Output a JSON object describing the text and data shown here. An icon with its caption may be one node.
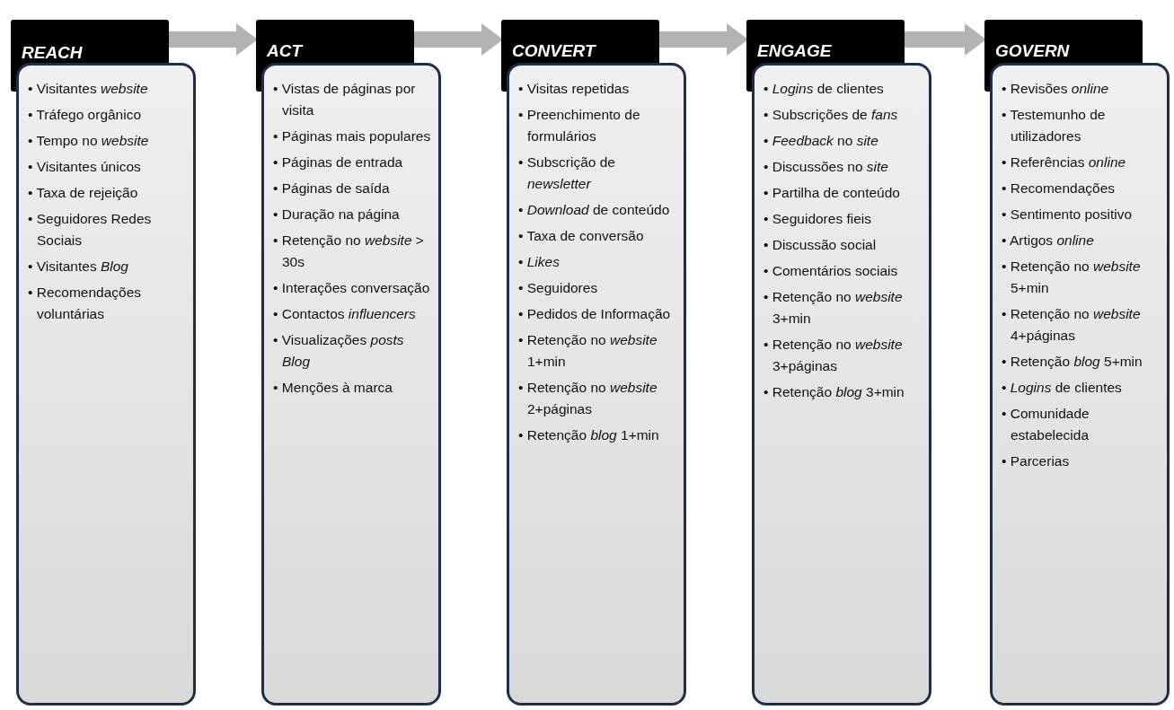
{
  "diagram": {
    "nodes": [
      {
        "text": [
          "REACH",
          "• Visitantes *website*",
          "• Tráfego orgânico",
          "• Tempo no *website*",
          "• Visitantes únicos",
          "• Taxa de rejeição",
          "• Seguidores Redes Sociais",
          "• Visitantes *Blog*",
          "• Recomendações voluntárias"
        ]
      },
      {
        "text": [
          "ACT",
          "• Vistas de páginas por visita",
          "• Páginas mais populares",
          "• Páginas de entrada",
          "• Páginas de saída",
          "• Duração na página",
          "• Retenção no *website* > 30s",
          "• Interações conversação",
          "• Contactos *influencers*",
          "• Visualizações *posts Blog*",
          "• Menções à marca"
        ]
      },
      {
        "text": [
          "CONVERT",
          "• Visitas repetidas",
          "• Preenchimento de formulários",
          "• Subscrição de *newsletter*",
          "• *Download* de conteúdo",
          "• Taxa de conversão",
          "• *Likes*",
          "• Seguidores",
          "• Pedidos de Informação",
          "• Retenção no *website* 1+min",
          "• Retenção no *website* 2+páginas",
          "• Retenção *blog* 1+min"
        ]
      },
      {
        "text": [
          "ENGAGE",
          "• *Logins* de clientes",
          "• Subscrições de *fans*",
          "• *Feedback* no *site*",
          "• Discussões no *site*",
          "• Partilha de conteúdo",
          "• Seguidores fieis",
          "• Discussão social",
          "• Comentários sociais",
          "• Retenção no *website* 3+min",
          "• Retenção no *website* 3+páginas",
          "• Retenção *blog* 3+min"
        ]
      },
      {
        "text": [
          "GOVERN",
          "• Revisões *online*",
          "• Testemunho de utilizadores",
          "• Referências *online*",
          "• Recomendações",
          "• Sentimento positivo",
          "• Artigos *online*",
          "• Retenção no *website* 5+min",
          "• Retenção no *website* 4+páginas",
          "• Retenção *blog* 5+min",
          "• *Logins* de clientes",
          "• Comunidade estabelecida",
          "• Parcerias"
        ]
      }
    ],
    "edges": [
      {
        "from": 0,
        "to": 1,
        "arrow": "to"
      },
      {
        "from": 1,
        "to": 2,
        "arrow": "to"
      },
      {
        "from": 2,
        "to": 3,
        "arrow": "to"
      },
      {
        "from": 3,
        "to": 4,
        "arrow": "to"
      }
    ]
  }
}
